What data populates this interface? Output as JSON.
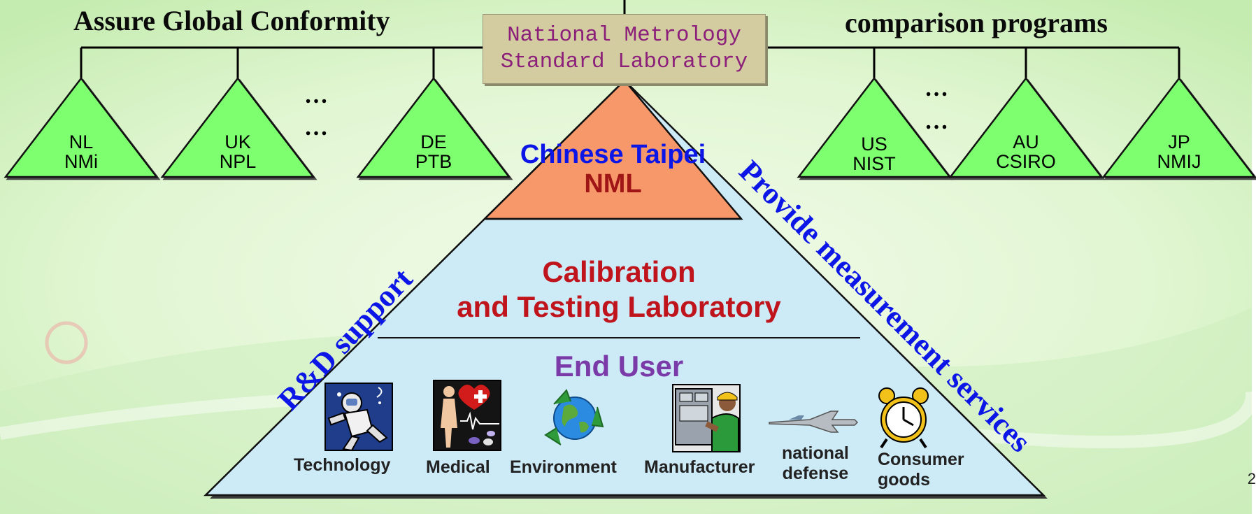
{
  "headers": {
    "left": "Assure Global Conformity",
    "right": "comparison programs"
  },
  "nml_box": {
    "line1": "National Metrology",
    "line2": "Standard Laboratory"
  },
  "left_labs": [
    {
      "code": "NL",
      "name": "NMi"
    },
    {
      "code": "UK",
      "name": "NPL"
    },
    {
      "code": "DE",
      "name": "PTB"
    }
  ],
  "right_labs": [
    {
      "code": "US",
      "name": "NIST"
    },
    {
      "code": "AU",
      "name": "CSIRO"
    },
    {
      "code": "JP",
      "name": "NMIJ"
    }
  ],
  "ellipsis": "…",
  "pyramid": {
    "top_line1": "Chinese Taipei",
    "top_line2": "NML",
    "middle_line1": "Calibration",
    "middle_line2": "and Testing Laboratory",
    "bottom_title": "End User"
  },
  "side_labels": {
    "left": "R&D support",
    "right": "Provide measurement services"
  },
  "end_users": {
    "technology": "Technology",
    "medical": "Medical",
    "environment": "Environment",
    "manufacturer": "Manufacturer",
    "national_defense_1": "national",
    "national_defense_2": "defense",
    "consumer_goods_1": "Consumer",
    "consumer_goods_2": "goods"
  },
  "page_number": "2",
  "colors": {
    "background": "#d8f3c2",
    "lab_triangle": "#7dff6f",
    "pyramid_top": "#f7986a",
    "pyramid_body": "#cdeaf7",
    "top_line1_color": "#0c16e6",
    "nml_color": "#a01515",
    "calibration_color": "#c0141d",
    "end_user_color": "#7a3aa8"
  }
}
